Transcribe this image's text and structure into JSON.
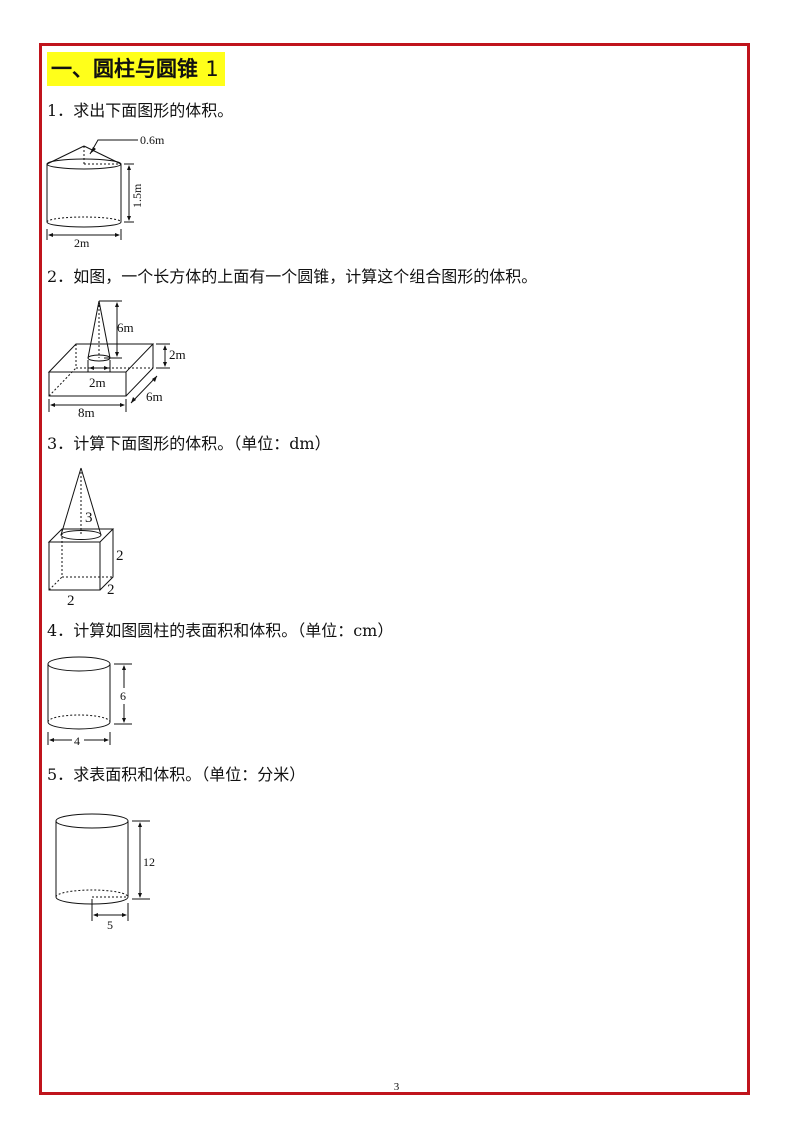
{
  "section": {
    "title_prefix": "一、圆柱与圆锥",
    "title_number": "1"
  },
  "questions": [
    {
      "number": "1．",
      "text": "求出下面图形的体积。",
      "labels": {
        "radius": "0.6m",
        "height": "1.5m",
        "diameter": "2m"
      }
    },
    {
      "number": "2．",
      "text": "如图，一个长方体的上面有一个圆锥，计算这个组合图形的体积。",
      "labels": {
        "cone_height": "6m",
        "box_height": "2m",
        "cone_base": "2m",
        "box_depth": "6m",
        "box_length": "8m"
      }
    },
    {
      "number": "3．",
      "text": "计算下面图形的体积。（单位：dm）",
      "labels": {
        "cone_height": "3",
        "cube_height": "2",
        "cube_depth": "2",
        "cube_width": "2"
      }
    },
    {
      "number": "4．",
      "text": "计算如图圆柱的表面积和体积。（单位：cm）",
      "labels": {
        "height": "6",
        "diameter": "4"
      }
    },
    {
      "number": "5．",
      "text": "求表面积和体积。（单位：分米）",
      "labels": {
        "height": "12",
        "radius": "5"
      }
    }
  ],
  "page_number": "3"
}
